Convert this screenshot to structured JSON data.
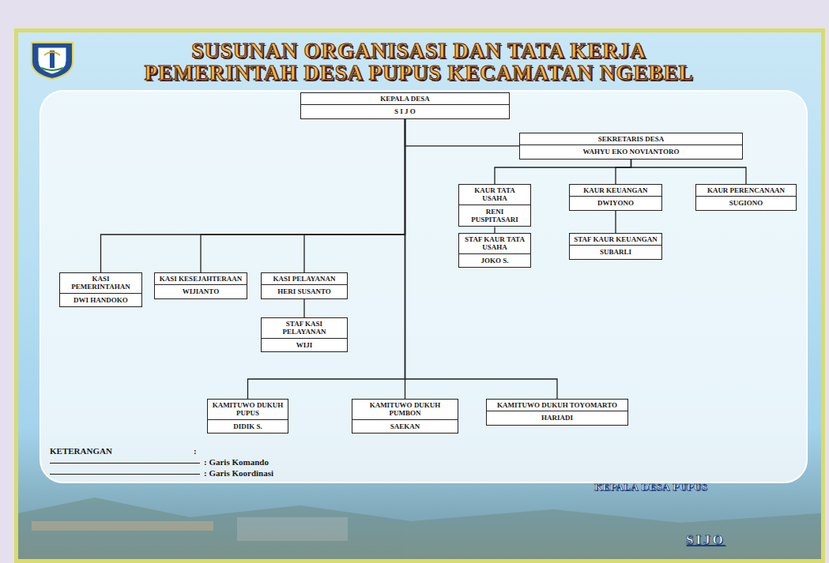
{
  "diagram": {
    "title": "SUSUNAN ORGANISASI DAN TATA KERJA PEMERINTAH DESA PUPUS KECAMATAN NGEBEL",
    "nodes": [
      {
        "text": [
          "KEPALA DESA",
          "S I J O"
        ]
      },
      {
        "text": [
          "SEKRETARIS DESA",
          "WAHYU EKO NOVIANTORO"
        ]
      },
      {
        "text": [
          "KAUR TATA USAHA",
          "RENI PUSPITASARI"
        ]
      },
      {
        "text": [
          "KAUR KEUANGAN",
          "DWIYONO"
        ]
      },
      {
        "text": [
          "KAUR PERENCANAAN",
          "SUGIONO"
        ]
      },
      {
        "text": [
          "STAF KAUR TATA USAHA",
          "JOKO S."
        ]
      },
      {
        "text": [
          "STAF KAUR KEUANGAN",
          "SUBARLI"
        ]
      },
      {
        "text": [
          "KASI PEMERINTAHAN",
          "DWI HANDOKO"
        ]
      },
      {
        "text": [
          "KASI KESEJAHTERAAN",
          "WIJIANTO"
        ]
      },
      {
        "text": [
          "KASI PELAYANAN",
          "HERI SUSANTO"
        ]
      },
      {
        "text": [
          "STAF KASI PELAYANAN",
          "WIJI"
        ]
      },
      {
        "text": [
          "KAMITUWO DUKUH PUPUS",
          "DIDIK S."
        ]
      },
      {
        "text": [
          "KAMITUWO DUKUH PUMBON",
          "SAEKAN"
        ]
      },
      {
        "text": [
          "KAMITUWO DUKUH TOYOMARTO",
          "HARIADI"
        ]
      }
    ],
    "edges": [
      {
        "from": 0,
        "to": 1,
        "arrow": "none"
      },
      {
        "from": 1,
        "to": 2,
        "arrow": "none"
      },
      {
        "from": 1,
        "to": 3,
        "arrow": "none"
      },
      {
        "from": 1,
        "to": 4,
        "arrow": "none"
      },
      {
        "from": 2,
        "to": 5,
        "arrow": "none"
      },
      {
        "from": 3,
        "to": 6,
        "arrow": "none"
      },
      {
        "from": 0,
        "to": 7,
        "arrow": "none"
      },
      {
        "from": 0,
        "to": 8,
        "arrow": "none"
      },
      {
        "from": 0,
        "to": 9,
        "arrow": "none"
      },
      {
        "from": 9,
        "to": 10,
        "arrow": "none"
      },
      {
        "from": 0,
        "to": 11,
        "arrow": "none"
      },
      {
        "from": 0,
        "to": 12,
        "arrow": "none"
      },
      {
        "from": 0,
        "to": 13,
        "arrow": "none"
      }
    ],
    "labels": [
      "KETERANGAN",
      ":",
      "KEPALA DESA PUPUS",
      "SIJO"
    ],
    "legend": [
      {
        "text": ": Garis Komando"
      },
      {
        "text": ": Garis Koordinasi"
      }
    ]
  }
}
